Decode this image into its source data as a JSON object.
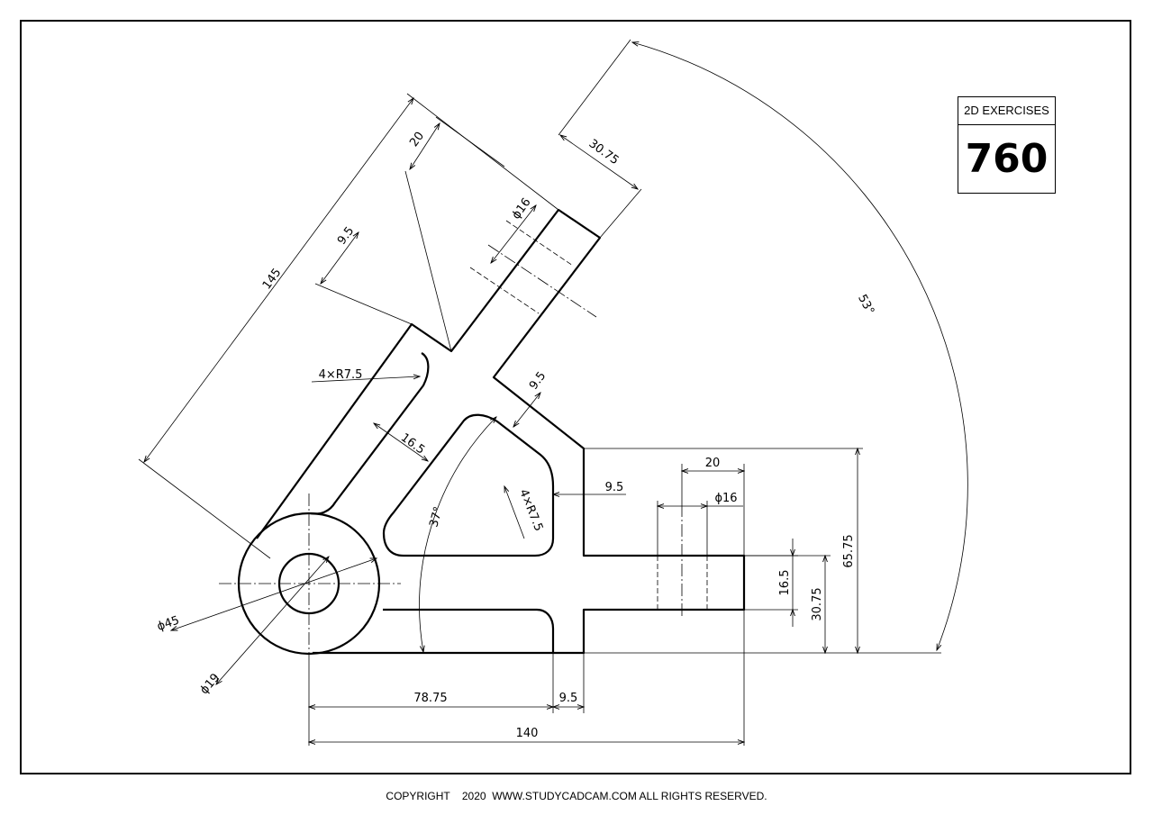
{
  "badge": {
    "label": "2D EXERCISES",
    "number": "760"
  },
  "footer": {
    "text": "COPYRIGHT    2020  WWW.STUDYCADCAM.COM ALL RIGHTS RESERVED."
  },
  "dimensions": {
    "d_145": "145",
    "d_20_top": "20",
    "d_30_75_top": "30.75",
    "d_dia16_arm": "ϕ16",
    "d_9_5_arm": "9.5",
    "d_53": "53°",
    "d_4xR7_5_a": "4×R7.5",
    "d_9_5_web": "9.5",
    "d_16_5_arm": "16.5",
    "d_37": "37°",
    "d_4xR7_5_b": "4×R7.5",
    "d_9_5_right": "9.5",
    "d_20_right": "20",
    "d_dia16_right": "ϕ16",
    "d_16_5_right": "16.5",
    "d_30_75_right": "30.75",
    "d_65_75": "65.75",
    "d_dia45": "ϕ45",
    "d_dia19": "ϕ19",
    "d_78_75": "78.75",
    "d_9_5_bottom": "9.5",
    "d_140": "140"
  }
}
